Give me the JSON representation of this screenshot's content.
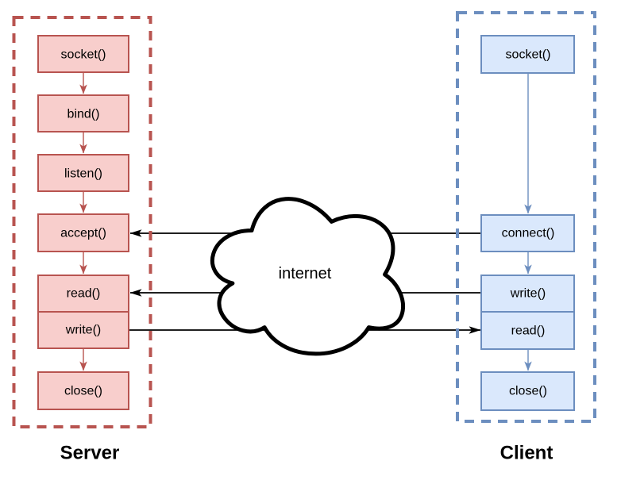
{
  "diagram": {
    "cloud": {
      "label": "internet",
      "fill": "#ffffff",
      "stroke": "#000000"
    },
    "server": {
      "label": "Server",
      "steps": [
        "socket()",
        "bind()",
        "listen()",
        "accept()",
        "read()",
        "write()",
        "close()"
      ],
      "box_fill": "#f8cecc",
      "box_stroke": "#b85450"
    },
    "client": {
      "label": "Client",
      "steps": [
        "socket()",
        "connect()",
        "write()",
        "read()",
        "close()"
      ],
      "box_fill": "#dae8fc",
      "box_stroke": "#6c8ebf"
    },
    "comm": {
      "color": "#000000",
      "links": [
        {
          "from": "client connect()",
          "to": "server accept()"
        },
        {
          "from": "client write()",
          "to": "server read()"
        },
        {
          "from": "server write()",
          "to": "client read()"
        }
      ]
    }
  }
}
